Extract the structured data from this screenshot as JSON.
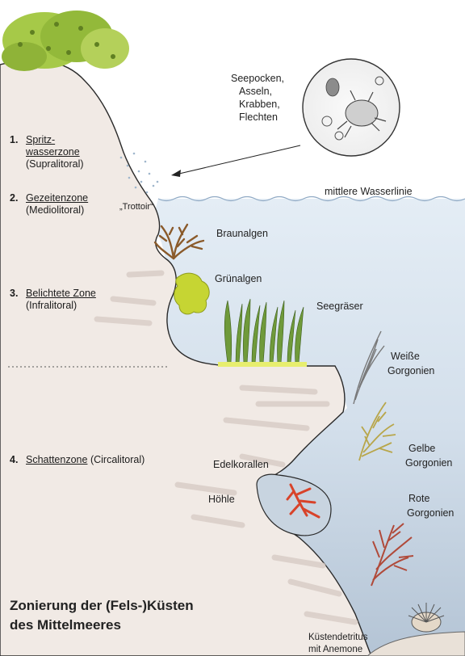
{
  "zones": [
    {
      "num": "1.",
      "name_line1": "Spritz-",
      "name_line2": "wasserzone",
      "sub": "(Supralitoral)"
    },
    {
      "num": "2.",
      "name": "Gezeitenzone",
      "sub": "(Mediolitoral)"
    },
    {
      "num": "3.",
      "name": "Belichtete Zone",
      "sub": "(Infralitoral)"
    },
    {
      "num": "4.",
      "name": "Schattenzone",
      "extra": "(Circalitoral)"
    }
  ],
  "labels": {
    "seepocken": "Seepocken,",
    "asseln": "Asseln,",
    "krabben": "Krabben,",
    "flechten": "Flechten",
    "water_line": "mittlere Wasserlinie",
    "trottoir": "„Trottoir“",
    "braunalgen": "Braunalgen",
    "gruenalgen": "Grünalgen",
    "seegraeser": "Seegräser",
    "weisse_1": "Weiße",
    "weisse_2": "Gorgonien",
    "gelbe_1": "Gelbe",
    "gelbe_2": "Gorgonien",
    "edelkorallen": "Edelkorallen",
    "hoehle": "Höhle",
    "rote_1": "Rote",
    "rote_2": "Gorgonien",
    "kuesten_1": "Küstendetritus",
    "kuesten_2": "mit Anemone"
  },
  "title": {
    "line1": "Zonierung der (Fels-)Küsten",
    "line2": "des Mittelmeeres"
  },
  "colors": {
    "water_light": "#dde8f2",
    "water_deep": "#b9c8d8",
    "rock": "#efe7e2",
    "rock_shadow": "#d9cdc7",
    "shrub": "#9bbf3f",
    "brown_algae": "#8a5a2a",
    "green_algae": "#c6d533",
    "seagrass": "#5d8a2f",
    "yellow_gorgonian": "#b8a64a",
    "red_coral": "#d8432a",
    "red_gorgonian": "#b04a3a"
  }
}
